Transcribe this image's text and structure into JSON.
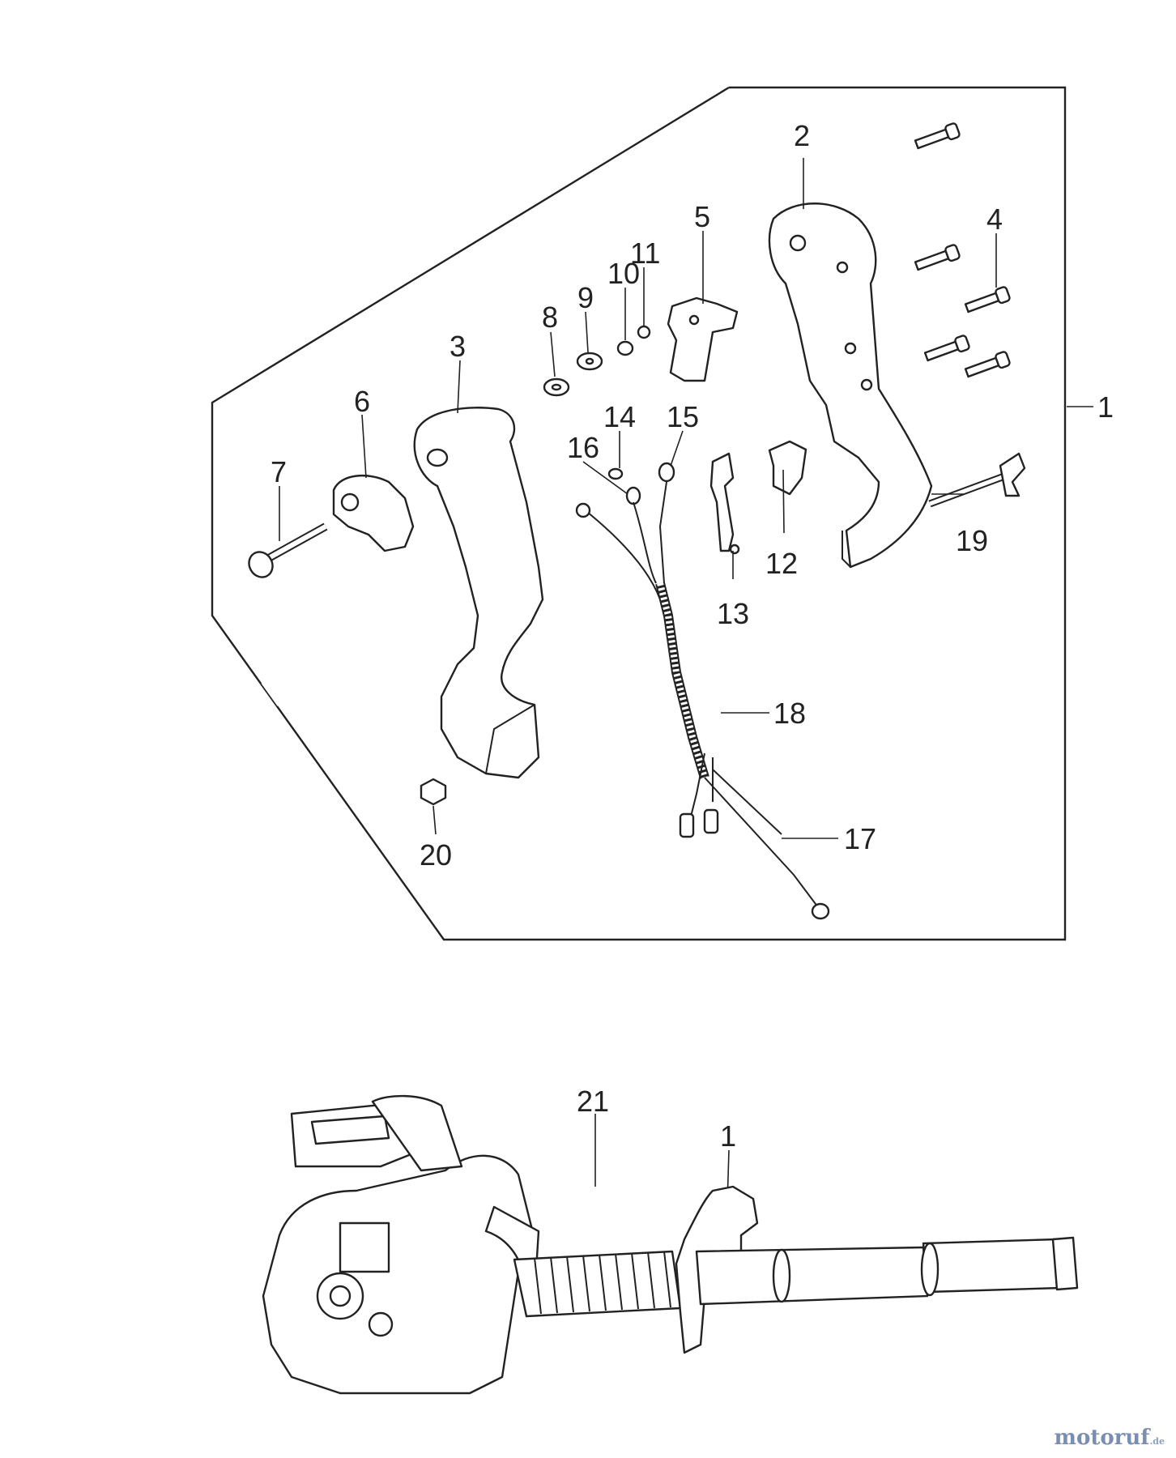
{
  "callouts": {
    "c1": "1",
    "c2": "2",
    "c3": "3",
    "c4": "4",
    "c5": "5",
    "c6": "6",
    "c7": "7",
    "c8": "8",
    "c9": "9",
    "c10": "10",
    "c11": "11",
    "c12": "12",
    "c13": "13",
    "c14": "14",
    "c15": "15",
    "c16": "16",
    "c17": "17",
    "c18": "18",
    "c19": "19",
    "c20": "20",
    "c21": "21",
    "c1b": "1"
  },
  "watermark": {
    "main": "motoruf",
    "ext": ".de",
    "colors": [
      "#7a8fb0",
      "#8aa0c0"
    ]
  }
}
